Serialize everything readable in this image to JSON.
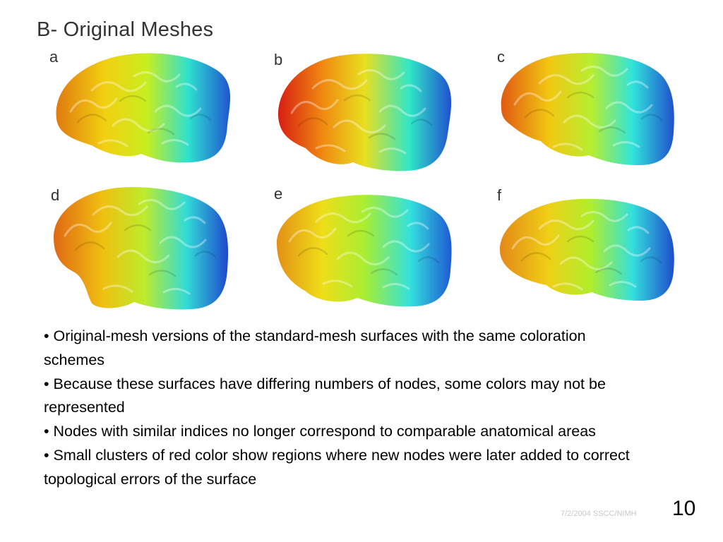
{
  "title": "B- Original Meshes",
  "panels": [
    {
      "label": "a",
      "gradient": [
        "#e07a10",
        "#f2d010",
        "#c8ee20",
        "#2fe0d0",
        "#1e55d0"
      ]
    },
    {
      "label": "b",
      "gradient": [
        "#d81e12",
        "#f08a10",
        "#e8e020",
        "#30e6c8",
        "#2050d0"
      ]
    },
    {
      "label": "c",
      "gradient": [
        "#e05a12",
        "#f2c812",
        "#b8ee30",
        "#30e4dc",
        "#2050cc"
      ]
    },
    {
      "label": "d",
      "gradient": [
        "#e06814",
        "#f0c010",
        "#bcec2c",
        "#32dcd8",
        "#1e48cc"
      ]
    },
    {
      "label": "e",
      "gradient": [
        "#e49016",
        "#eede18",
        "#aaee30",
        "#34e2dc",
        "#1e5ad4"
      ]
    },
    {
      "label": "f",
      "gradient": [
        "#e48818",
        "#f0d016",
        "#b0ee2c",
        "#34e0dc",
        "#1e4ccc"
      ]
    }
  ],
  "bullets": [
    "• Original-mesh versions of the standard-mesh surfaces with the same coloration schemes",
    "• Because these surfaces have differing numbers of nodes, some colors may not be represented",
    "• Nodes with similar indices no longer correspond to comparable anatomical areas",
    "• Small clusters of red color show regions where new nodes were later added to correct topological errors of the surface"
  ],
  "footer": {
    "date_source": "7/2/2004 SSCC/NIMH",
    "page_number": "10"
  }
}
